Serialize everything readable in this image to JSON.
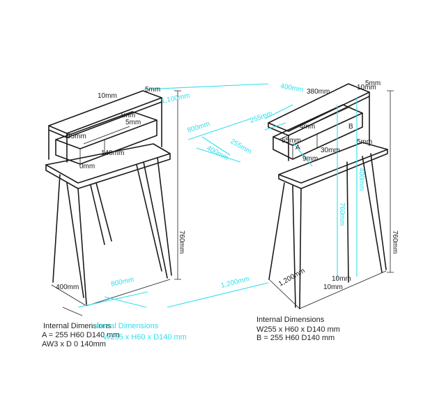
{
  "colors": {
    "line": "#1a1a1a",
    "dimension": "#2ee0ec",
    "background": "#ffffff"
  },
  "left_view": {
    "labels": {
      "top_back": "5mm",
      "top_depth": "10mm",
      "shelf_depth": "1mm",
      "drawer_h": "5mm",
      "drawer_w": "55mm",
      "inner_depth": "0mm",
      "front_depth": "140mm",
      "height": "760mm",
      "base_width": "800mm",
      "base_depth": "400mm",
      "top_width_c": "1,100mm",
      "span_c": "800mm",
      "depth_c": "400mm",
      "inner_c": "255mm",
      "bottom_c": "1,200mm"
    }
  },
  "right_view": {
    "labels": {
      "top_a": "380mm",
      "top_b": "10mm",
      "corner": "5mm",
      "drawer_label_a": "A",
      "drawer_label_b": "B",
      "drawer_dim_a": "4mm",
      "drawer_dim_b": "55mm",
      "drawer_dim_c": "5mm",
      "lower_dim": "30mm",
      "inner_dim": "9mm",
      "height": "760mm",
      "leg_dim": "10mm",
      "base_dim": "10mm",
      "bottom_dim": "1,200mm",
      "top_c": "400mm",
      "mid_c": "255mm",
      "leg_c": "760mm",
      "side_c": "400mm"
    }
  },
  "captions": {
    "left_line1": "Internal Dimensions",
    "left_line2": "Internal Dimensions",
    "left_line3": "A = 255 H60 D140 mm",
    "left_line4": "W255 x H60 x D140 mm",
    "left_line5": "AW3 x D 0 140mm",
    "right_line1": "Internal Dimensions",
    "right_line2": "W255 x H60 x D140 mm",
    "right_line3": "B = 255 H60 D140 mm"
  }
}
